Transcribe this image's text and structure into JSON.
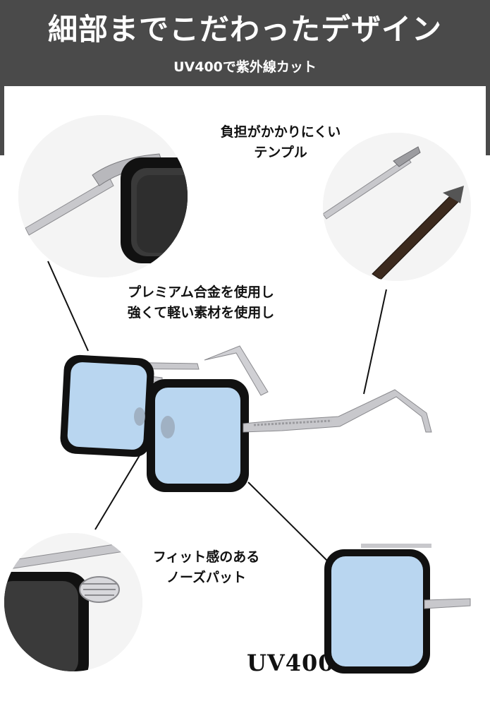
{
  "header": {
    "title": "細部までこだわったデザイン",
    "subtitle": "UV400で紫外線カット"
  },
  "features": {
    "temple": {
      "line1": "負担がかかりにくい",
      "line2": "テンプル"
    },
    "alloy": {
      "line1": "プレミアム合金を使用し",
      "line2": "強くて軽い素材を使用し"
    },
    "nosepad": {
      "line1": "フィット感のある",
      "line2": "ノーズパット"
    }
  },
  "badge": {
    "text": "UV400"
  },
  "colors": {
    "header_bg": "#4a4a4a",
    "lens_blue": "#b9d6f0",
    "lens_dark": "#3a3a3a",
    "frame_black": "#111111",
    "metal_silver": "#c8c8cc"
  }
}
